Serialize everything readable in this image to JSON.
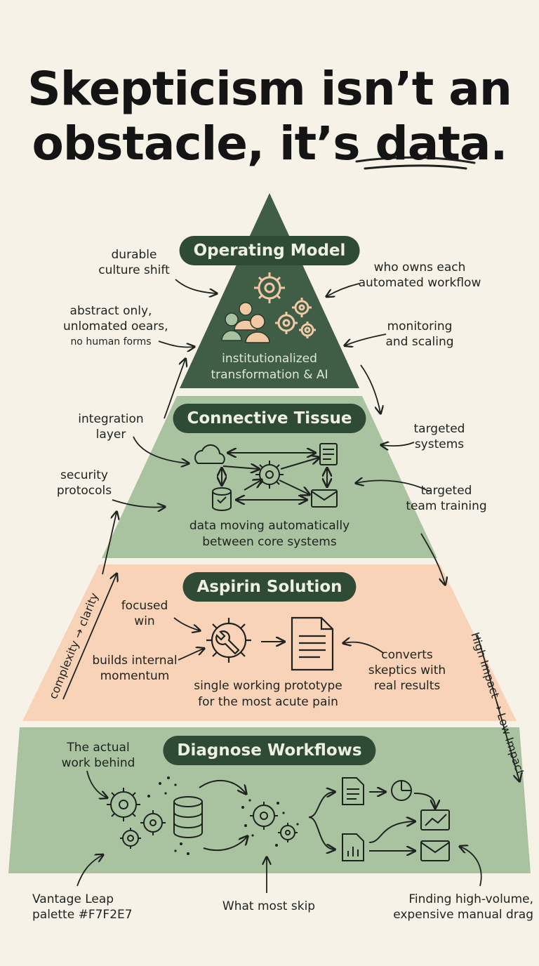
{
  "title": {
    "line1": "Skepticism isn’t an",
    "line2": "obstacle, it’s data."
  },
  "colors": {
    "background": "#F7F2E7",
    "top_tier": "#3f5e45",
    "green_tier": "#a9c3a1",
    "peach_tier": "#f8d3b7",
    "pill": "#2f4a35"
  },
  "tiers": [
    {
      "label": "Operating Model",
      "caption_line1": "institutionalized",
      "caption_line2": "transformation & AI"
    },
    {
      "label": "Connective Tissue",
      "caption_line1": "data moving automatically",
      "caption_line2": "between core systems"
    },
    {
      "label": "Aspirin Solution",
      "caption_line1": "single working prototype",
      "caption_line2": "for the most acute pain"
    },
    {
      "label": "Diagnose Workflows"
    }
  ],
  "annotations": {
    "durable": [
      "durable",
      "culture shift"
    ],
    "abstract": [
      "abstract only,",
      "unlomated oears,",
      "no human forms"
    ],
    "who_owns": [
      "who owns each",
      "automated workflow"
    ],
    "monitoring": [
      "monitoring",
      "and scaling"
    ],
    "integration": [
      "integration",
      "layer"
    ],
    "security": [
      "security",
      "protocols"
    ],
    "targeted_systems": [
      "targeted",
      "systems"
    ],
    "targeted_training": [
      "targeted",
      "team training"
    ],
    "focused": [
      "focused",
      "win"
    ],
    "builds": [
      "builds internal",
      "momentum"
    ],
    "converts": [
      "converts",
      "skeptics with",
      "real results"
    ],
    "actual_work": [
      "The actual",
      "work behind"
    ],
    "vantage": [
      "Vantage Leap",
      "palette #F7F2E7"
    ],
    "what_skip": [
      "What most skip"
    ],
    "finding": [
      "Finding high-volume,",
      "expensive manual drag"
    ]
  },
  "axes": {
    "left": "complexity → clarity",
    "right": "High Impact → Low Impact"
  }
}
